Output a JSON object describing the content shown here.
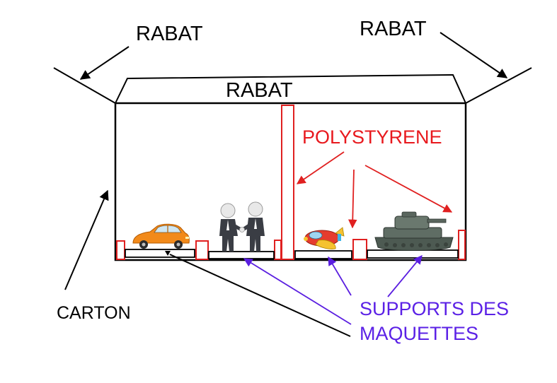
{
  "labels": {
    "rabat_left": "RABAT",
    "rabat_right": "RABAT",
    "rabat_center": "RABAT",
    "carton": "CARTON",
    "polystyrene": "POLYSTYRENE",
    "supports_line1": "SUPPORTS DES",
    "supports_line2": "MAQUETTES"
  },
  "models": {
    "car": "car-icon",
    "handshake": "handshake-figures-icon",
    "plane": "toy-plane-icon",
    "tank": "tank-icon"
  },
  "colors": {
    "box_outline": "#000000",
    "polystyrene": "#e02020",
    "supports_arrows": "#5a1ee0",
    "label_red": "#e8191e",
    "label_blue": "#5b21e6"
  }
}
